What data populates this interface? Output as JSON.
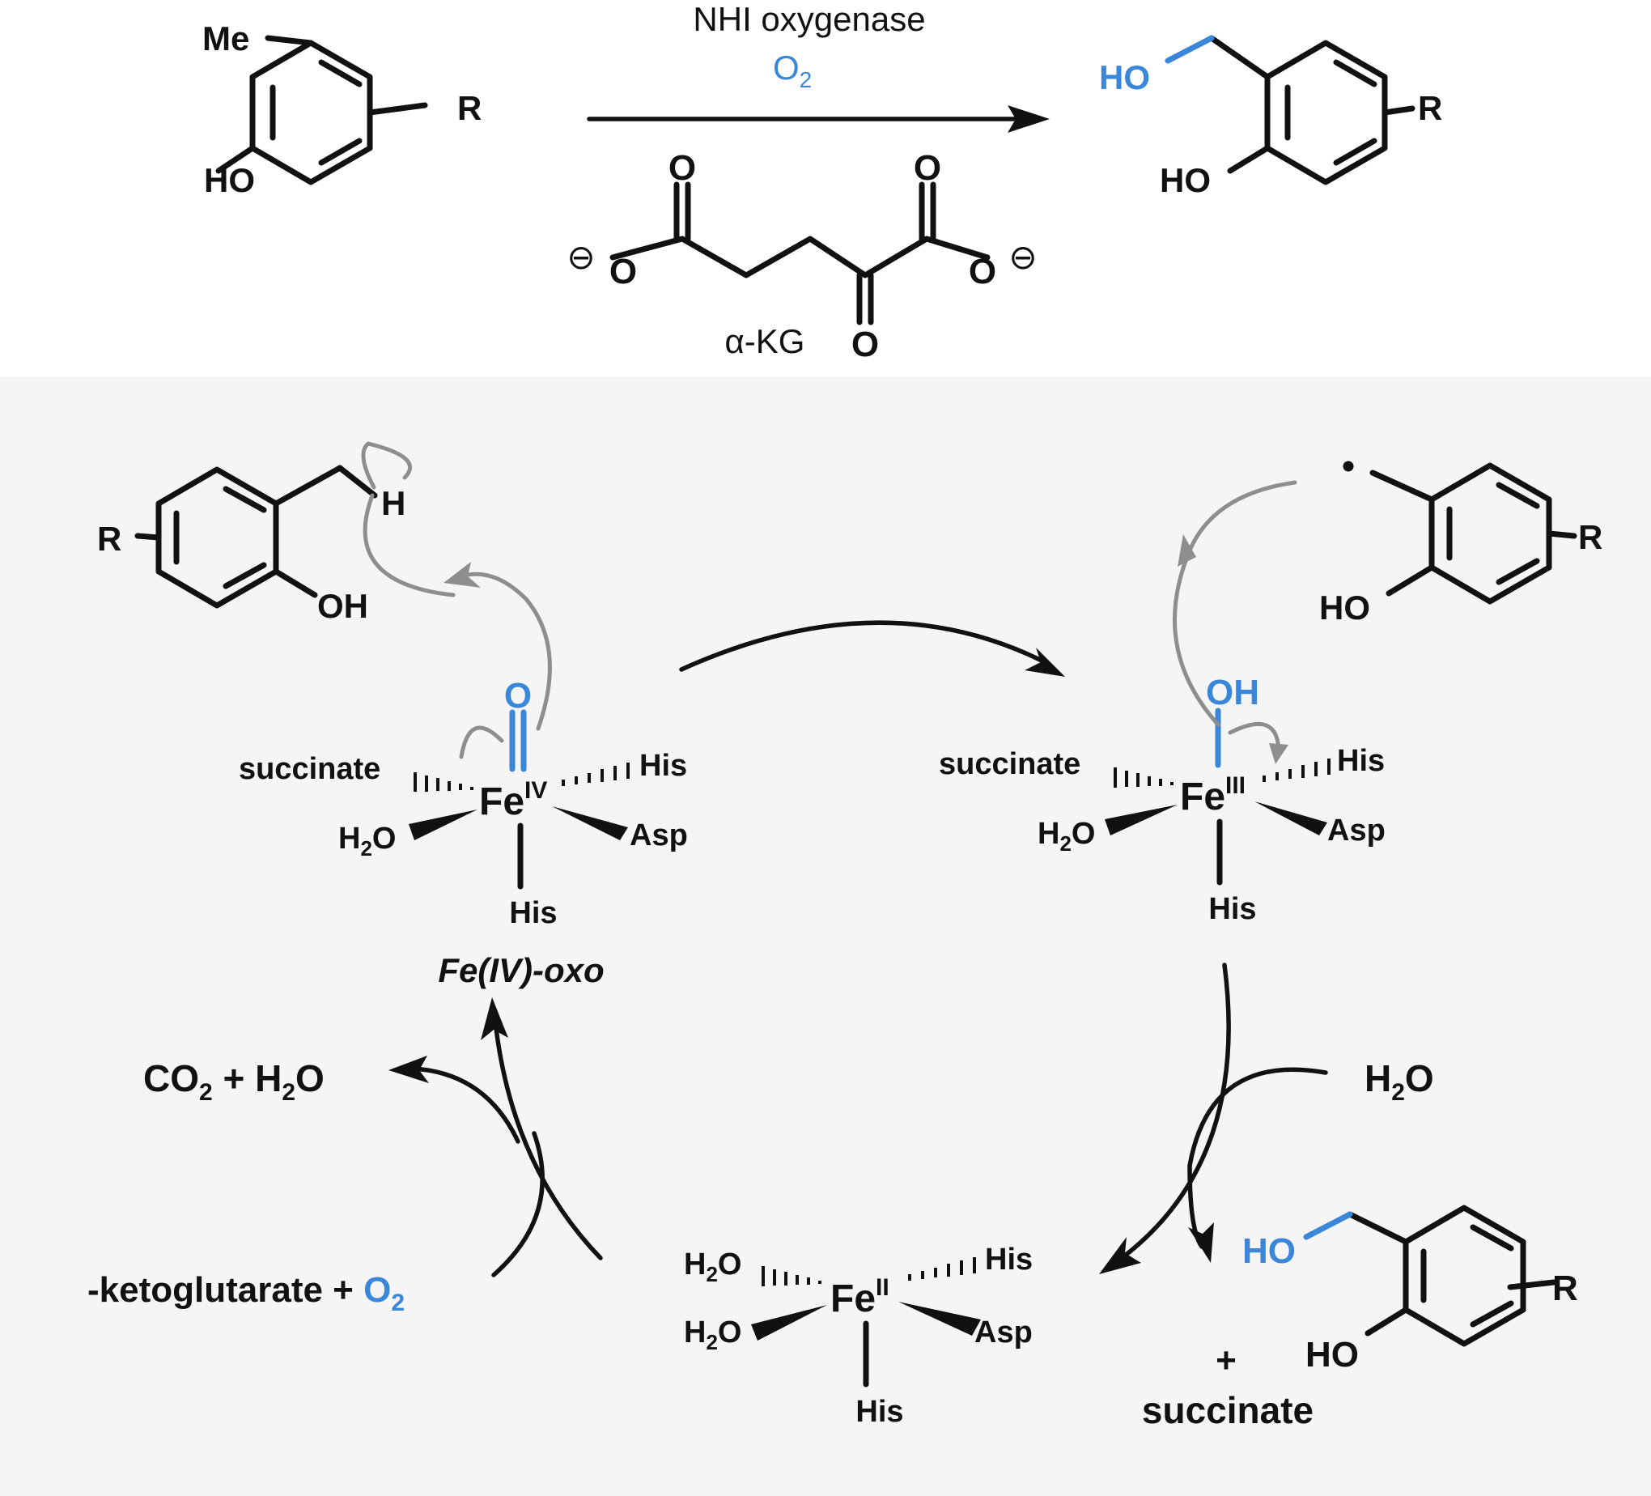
{
  "colors": {
    "accent": "#3a86d8",
    "panel": "#f5f5f5",
    "ink": "#111111",
    "electron_arrow": "#8e8e8e"
  },
  "top": {
    "reactant": {
      "substituent": "Me",
      "oh": "HO",
      "r": "R"
    },
    "enzyme": "NHI oxygenase",
    "oxidant": "O",
    "oxidant_sub": "2",
    "cofactor": {
      "name": "α-KG",
      "oxygen": "O",
      "charge": "⊖"
    },
    "product": {
      "ho_blue": "HO",
      "oh": "HO",
      "r": "R"
    }
  },
  "cycle": {
    "substrate": {
      "r": "R",
      "h": "H",
      "oh": "OH"
    },
    "radical": {
      "r": "R",
      "oh": "HO",
      "dot": "•"
    },
    "fe_oxo": {
      "metal": "Fe",
      "ox": "IV",
      "oxo": "O",
      "ligand_left": "succinate",
      "ligand_right": "His",
      "water": "H",
      "water_sub": "2",
      "water_o": "O",
      "asp": "Asp",
      "his_bottom": "His",
      "caption": "Fe(IV)-oxo"
    },
    "fe_oh": {
      "metal": "Fe",
      "ox": "III",
      "oh": "OH",
      "ligand_left": "succinate",
      "ligand_right": "His",
      "water": "H",
      "water_sub": "2",
      "water_o": "O",
      "asp": "Asp",
      "his_bottom": "His"
    },
    "fe_rest": {
      "metal": "Fe",
      "ox": "II",
      "water": "H",
      "water_sub": "2",
      "water_o": "O",
      "his_right": "His",
      "asp": "Asp",
      "his_bottom": "His"
    },
    "co2": {
      "c": "CO",
      "c_sub": "2",
      "plus": " + H",
      "w_sub": "2",
      "w_o": "O"
    },
    "akg": {
      "text": "-ketoglutarate + ",
      "o": "O",
      "o_sub": "2"
    },
    "water_in": {
      "h": "H",
      "sub": "2",
      "o": "O"
    },
    "product": {
      "ho_blue": "HO",
      "oh": "HO",
      "r": "R",
      "plus": "+",
      "succinate": "succinate"
    }
  }
}
